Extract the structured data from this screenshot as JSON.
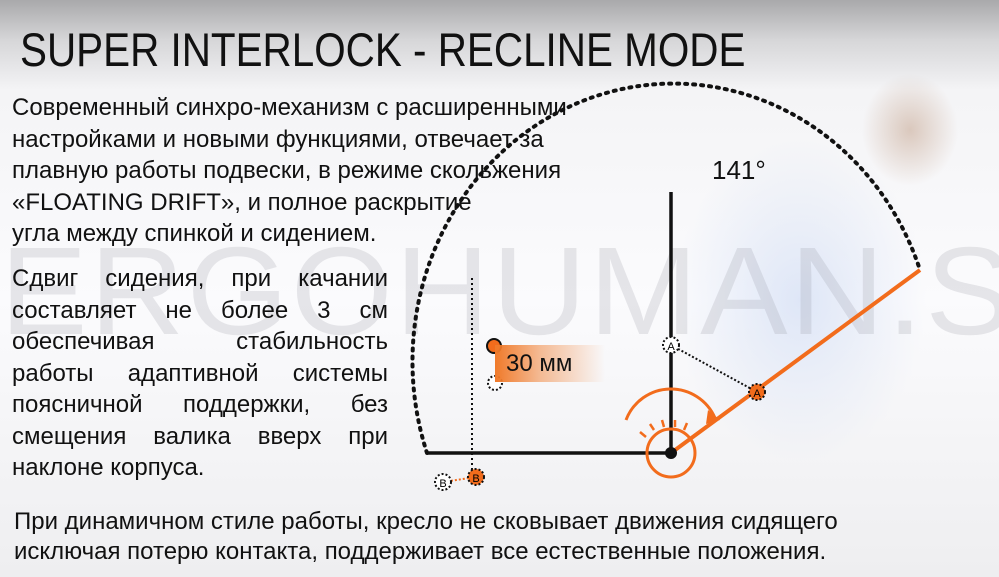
{
  "title": "SUPER INTERLOCK - RECLINE MODE",
  "watermark": "ERGOHUMAN.SU",
  "paragraph1": [
    "Современный синхро-механизм с расширенными",
    "настройками и новыми функциями, отвечает за",
    "плавную работы подвески, в режиме скольжения",
    "«FLOATING DRIFT», и полное раскрытие",
    "угла между спинкой и сидением."
  ],
  "paragraph2": "Сдвиг сидения, при качании составляет не более 3 см обеспечивая стабильность работы адаптивной системы поясничной поддержки, без смещения валика вверх при наклоне корпуса.",
  "paragraph3": [
    "При динамичном стиле работы, кресло не сковывает движения сидящего",
    "исключая потерю контакта, поддерживает все естественные положения."
  ],
  "diagram": {
    "angle_label": "141°",
    "shift_label": "30 мм",
    "point_a": "A",
    "point_b": "B",
    "accent_color": "#f26c1c"
  }
}
